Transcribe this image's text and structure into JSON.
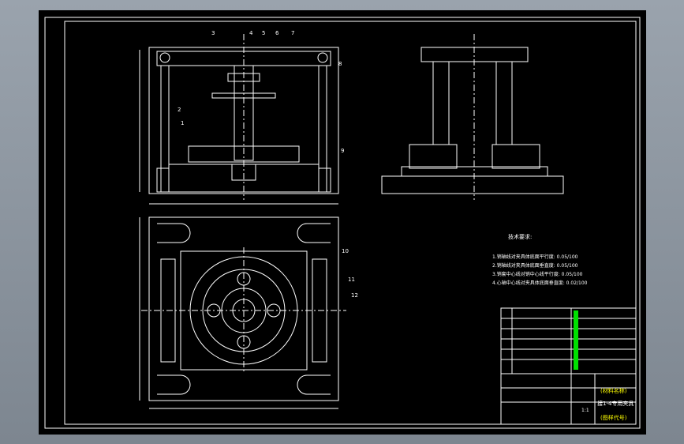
{
  "drawing": {
    "part_labels": [
      "3",
      "4",
      "5",
      "6",
      "7",
      "8",
      "2",
      "1",
      "9",
      "10",
      "11",
      "12"
    ],
    "tech_requirements": {
      "title": "技术要求:",
      "items": [
        "1.销轴线对夹具体底面平行度: 0.05/100",
        "2.销轴线对夹具体底面垂直度: 0.05/100",
        "3.销套中心线对销中心线平行度: 0.05/100",
        "4.心轴中心线对夹具体底面垂直度: 0.02/100"
      ]
    },
    "title_block": {
      "drawing_name": "接1-4专用夹具",
      "drawing_no": "(图样代号)",
      "material": "(材料名称)",
      "scale": "1:1"
    }
  },
  "colors": {
    "sheet_bg": "#000000",
    "lines": "#ffffff",
    "dims": "#ffff00",
    "table_text": "#00e000"
  }
}
